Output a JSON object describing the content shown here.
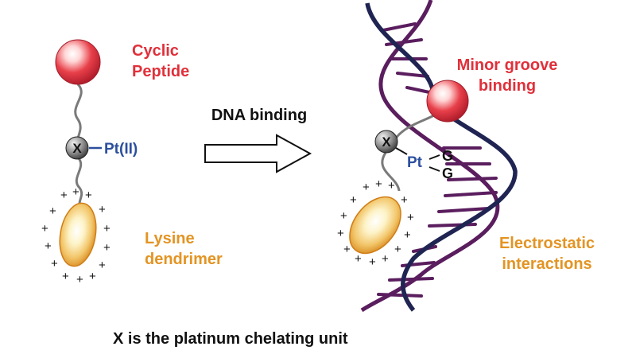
{
  "left": {
    "peptide_label_line1": "Cyclic",
    "peptide_label_line2": "Peptide",
    "x_marker": "X",
    "metal_label": "Pt(II)",
    "dendrimer_label_line1": "Lysine",
    "dendrimer_label_line2": "dendrimer"
  },
  "arrow": {
    "label": "DNA binding"
  },
  "right": {
    "groove_label_line1": "Minor groove",
    "groove_label_line2": "binding",
    "x_marker": "X",
    "metal_label": "Pt",
    "base1": "G",
    "base2": "G",
    "electro_label_line1": "Electrostatic",
    "electro_label_line2": "interactions"
  },
  "caption": "X is the platinum chelating unit",
  "colors": {
    "peptide_red": "#e0303a",
    "dendrimer_orange": "#e39423",
    "pt_blue": "#2c4f9e",
    "dna_navy": "#1f2452",
    "dna_purple": "#5a1d5e"
  }
}
